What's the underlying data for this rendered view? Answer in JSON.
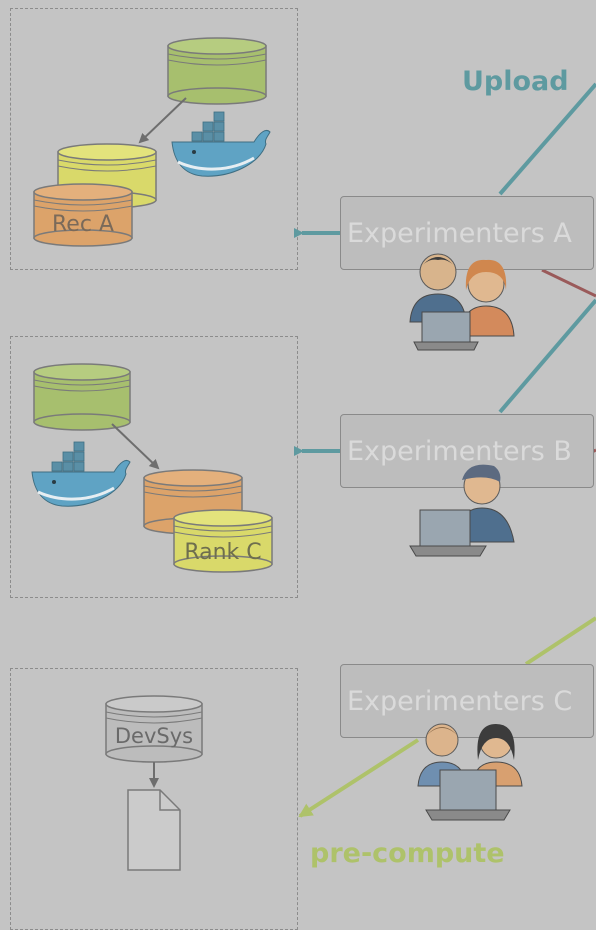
{
  "experimenters": {
    "a": "Experimenters A",
    "b": "Experimenters B",
    "c": "Experimenters C"
  },
  "flows": {
    "upload": "Upload",
    "precompute": "pre-compute"
  },
  "databases": {
    "rec_a": "Rec A",
    "rank_c": "Rank C",
    "devsys": "DevSys"
  },
  "colors": {
    "background": "#c4c4c4",
    "upload": "#5e9aa0",
    "precompute": "#aec26a",
    "extra_link": "#9a5a5a",
    "db_green": "#a7bf6e",
    "db_yellow": "#d9d96a",
    "db_orange": "#dca36a",
    "db_gray": "#bcbcbc"
  },
  "icons": [
    "docker-whale-icon",
    "people-at-laptop-icon",
    "document-icon",
    "database-icon"
  ]
}
